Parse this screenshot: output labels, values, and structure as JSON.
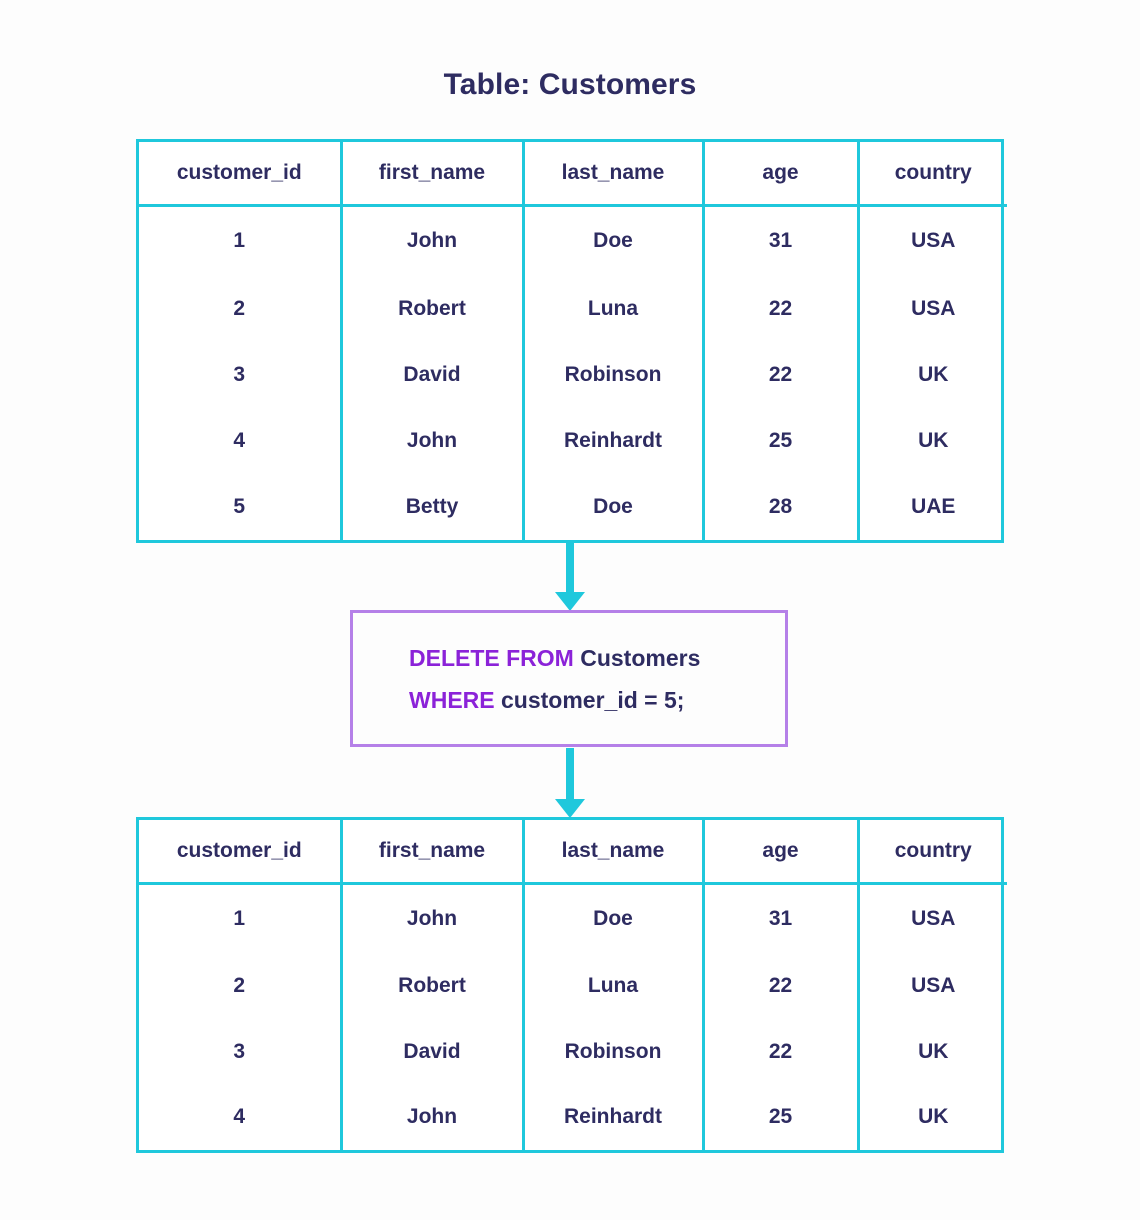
{
  "title": "Table: Customers",
  "colors": {
    "table_border": "#1fc8dc",
    "arrow": "#1fc8dc",
    "query_box_border": "#b580e8",
    "keyword": "#8b22d8",
    "text": "#2e2c61",
    "background": "#fdfdfd"
  },
  "columns": [
    "customer_id",
    "first_name",
    "last_name",
    "age",
    "country"
  ],
  "table_before": {
    "rows": [
      [
        "1",
        "John",
        "Doe",
        "31",
        "USA"
      ],
      [
        "2",
        "Robert",
        "Luna",
        "22",
        "USA"
      ],
      [
        "3",
        "David",
        "Robinson",
        "22",
        "UK"
      ],
      [
        "4",
        "John",
        "Reinhardt",
        "25",
        "UK"
      ],
      [
        "5",
        "Betty",
        "Doe",
        "28",
        "UAE"
      ]
    ]
  },
  "table_after": {
    "rows": [
      [
        "1",
        "John",
        "Doe",
        "31",
        "USA"
      ],
      [
        "2",
        "Robert",
        "Luna",
        "22",
        "USA"
      ],
      [
        "3",
        "David",
        "Robinson",
        "22",
        "UK"
      ],
      [
        "4",
        "John",
        "Reinhardt",
        "25",
        "UK"
      ]
    ]
  },
  "query": {
    "line1_keyword": "DELETE FROM",
    "line1_rest": " Customers",
    "line2_keyword": "WHERE",
    "line2_rest": " customer_id = 5;"
  },
  "icons": {
    "arrow_top": "arrow-down-icon",
    "arrow_bottom": "arrow-down-icon"
  }
}
